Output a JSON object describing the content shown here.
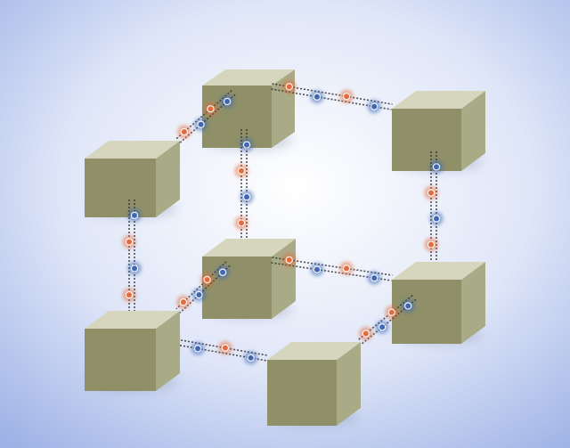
{
  "scene": {
    "background": {
      "center": "#ffffff",
      "mid": "#dfe6f8",
      "edge": "#9fb3e6"
    },
    "cube_colors": {
      "top": "#d5d6bd",
      "front": "#8f9068",
      "side": "#a9aa86",
      "shadow": "#7f8aa8"
    },
    "particle_colors": {
      "blue": "#3d68b6",
      "orange": "#e26c3d"
    },
    "link_color": "#333333"
  },
  "cubes": [
    {
      "id": "top-back-left"
    },
    {
      "id": "top-back-right"
    },
    {
      "id": "top-front-left"
    },
    {
      "id": "bottom-back-left"
    },
    {
      "id": "bottom-back-right"
    },
    {
      "id": "bottom-front-left"
    },
    {
      "id": "bottom-front-right"
    }
  ],
  "links": [
    {
      "id": "top-back-edge",
      "particles": [
        "orange",
        "blue",
        "orange",
        "blue"
      ]
    },
    {
      "id": "top-left-edge",
      "particles": [
        "blue",
        "orange",
        "blue",
        "orange"
      ]
    },
    {
      "id": "back-left-pillar",
      "particles": [
        "blue",
        "orange",
        "blue",
        "orange"
      ]
    },
    {
      "id": "back-right-pillar",
      "particles": [
        "blue",
        "orange",
        "blue",
        "orange"
      ]
    },
    {
      "id": "front-left-pillar",
      "particles": [
        "blue",
        "orange",
        "blue",
        "orange"
      ]
    },
    {
      "id": "mid-back-edge",
      "particles": [
        "orange",
        "blue",
        "orange",
        "blue"
      ]
    },
    {
      "id": "mid-left-edge",
      "particles": [
        "blue",
        "orange",
        "blue",
        "orange"
      ]
    },
    {
      "id": "bottom-front-edge",
      "particles": [
        "orange",
        "blue",
        "orange",
        "blue"
      ]
    },
    {
      "id": "bottom-right-edge",
      "particles": [
        "blue",
        "orange",
        "blue",
        "orange"
      ]
    }
  ]
}
